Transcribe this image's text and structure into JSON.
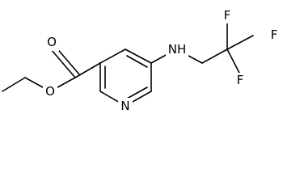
{
  "molecule": {
    "atoms": {
      "carbonyl_oxygen": "O",
      "ester_oxygen": "O",
      "ring_nitrogen": "N",
      "amine_nh": "NH",
      "fluorine_top": "F",
      "fluorine_right": "F",
      "fluorine_bottom": "F"
    },
    "colors": {
      "bond": "#000000",
      "label": "#000000",
      "background": "#ffffff"
    }
  }
}
